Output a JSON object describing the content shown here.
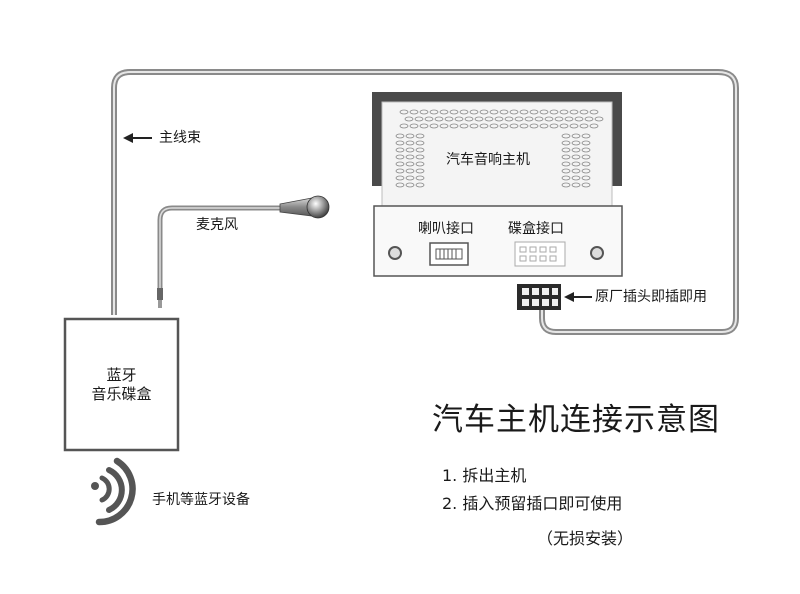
{
  "labels": {
    "main_harness": "主线束",
    "microphone": "麦克风",
    "head_unit": "汽车音响主机",
    "speaker_port": "喇叭接口",
    "cd_port": "碟盒接口",
    "oem_plug": "原厂插头即插即用",
    "bt_box_line1": "蓝牙",
    "bt_box_line2": "音乐碟盒",
    "phone_devices": "手机等蓝牙设备"
  },
  "title": "汽车主机连接示意图",
  "steps": [
    "1. 拆出主机",
    "2. 插入预留插口即可使用"
  ],
  "note": "（无损安装）",
  "icons": {
    "wireless": "wireless-signal-icon",
    "mic": "microphone-icon",
    "arrow": "left-arrow-icon",
    "connector": "connector-plug-icon"
  }
}
